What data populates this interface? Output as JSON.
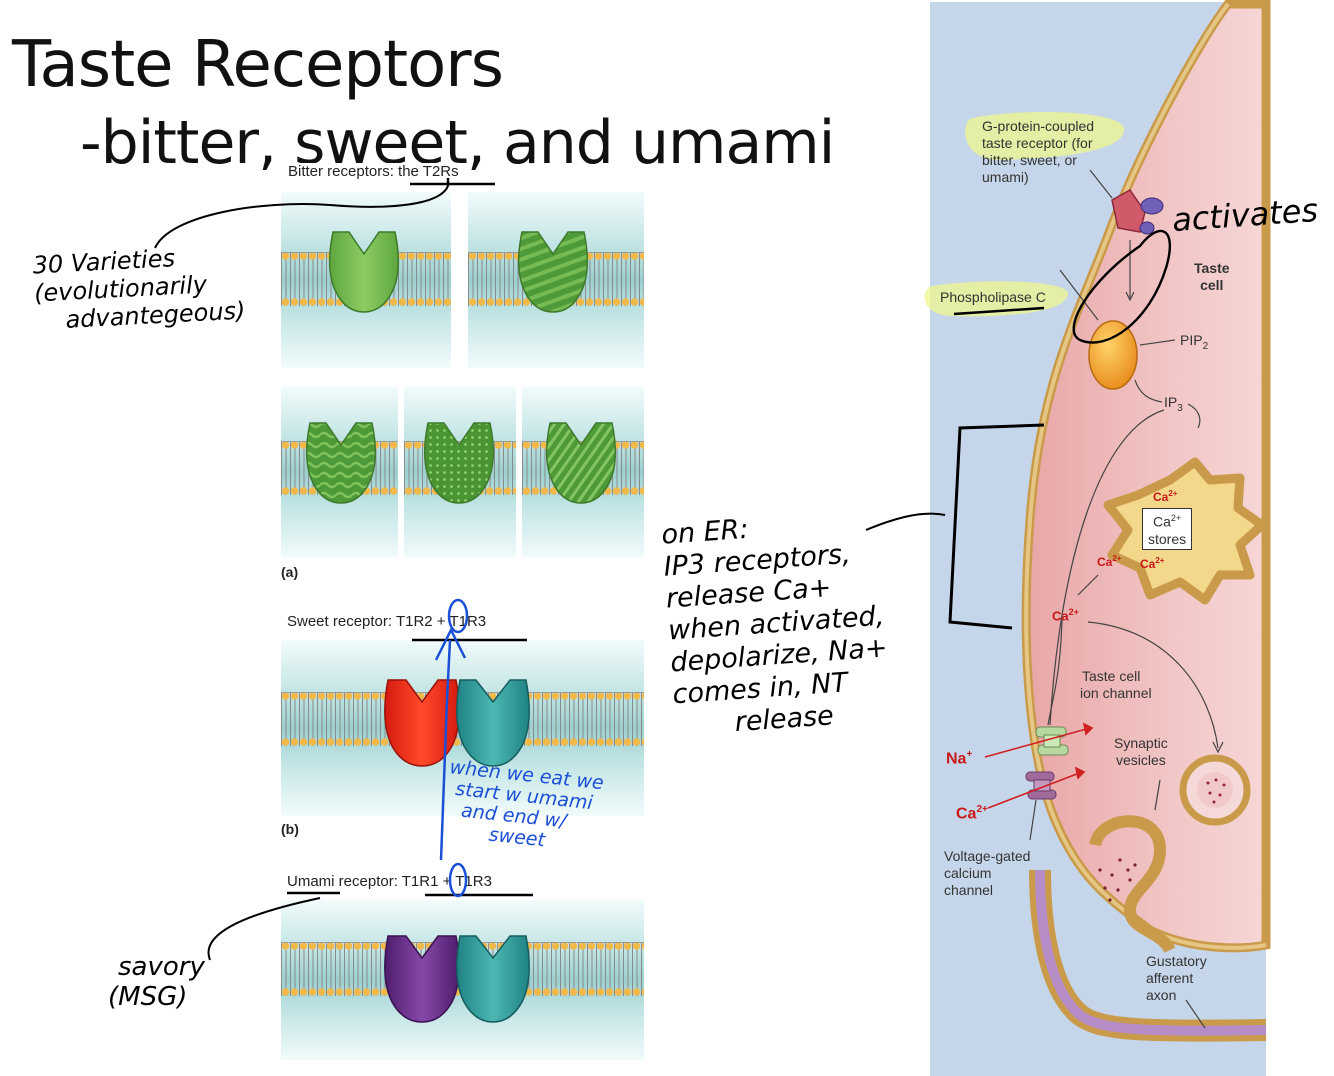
{
  "title": "Taste Receptors",
  "subtitle": "-bitter, sweet, and umami",
  "bitter": {
    "label": "Bitter receptors: ",
    "label_underlined": "the T2Rs",
    "panel_letter": "(a)"
  },
  "sweet": {
    "label": "Sweet receptor: ",
    "label_underlined": "T1R2 + T1R3",
    "panel_letter": "(b)"
  },
  "umami": {
    "label_word": "Umami",
    "label_rest": " receptor: ",
    "label_underlined": "T1R1 + T1R3"
  },
  "annotations": {
    "bitter_note": [
      "30 Varieties",
      "(evolutionarily",
      "advantegeous)"
    ],
    "sweet_note": [
      "when we eat we",
      "start w umami",
      "and end w/",
      "sweet"
    ],
    "umami_note": [
      "savory",
      "(MSG)"
    ],
    "er_note": [
      "on ER:",
      "IP3 receptors,",
      "release Ca+",
      "when activated,",
      "depolarize, Na+",
      "comes in, NT",
      "release"
    ],
    "activates": "activates"
  },
  "cell": {
    "gpcr_label": [
      "G-protein-coupled",
      "taste receptor (for",
      "bitter, sweet, or",
      "umami)"
    ],
    "taste_cell": [
      "Taste",
      "cell"
    ],
    "plc": "Phospholipase C",
    "pip2": "PIP",
    "pip2_sub": "2",
    "ip3": "IP",
    "ip3_sub": "3",
    "ca_stores": [
      "Ca",
      "2+",
      "stores"
    ],
    "ca2": "Ca",
    "ca2_sup": "2+",
    "ion_channel": [
      "Taste cell",
      "ion channel"
    ],
    "na": "Na",
    "na_sup": "+",
    "synaptic": [
      "Synaptic",
      "vesicles"
    ],
    "vgcc": [
      "Voltage-gated",
      "calcium",
      "channel"
    ],
    "axon": [
      "Gustatory",
      "afferent",
      "axon"
    ]
  },
  "colors": {
    "bitter_green": "#7cc24a",
    "sweet_red": "#e8231a",
    "teal": "#2a9a9a",
    "umami_purple": "#6a2d8c",
    "highlight": "#eef58c",
    "pen_blue": "#1a4fd6"
  }
}
